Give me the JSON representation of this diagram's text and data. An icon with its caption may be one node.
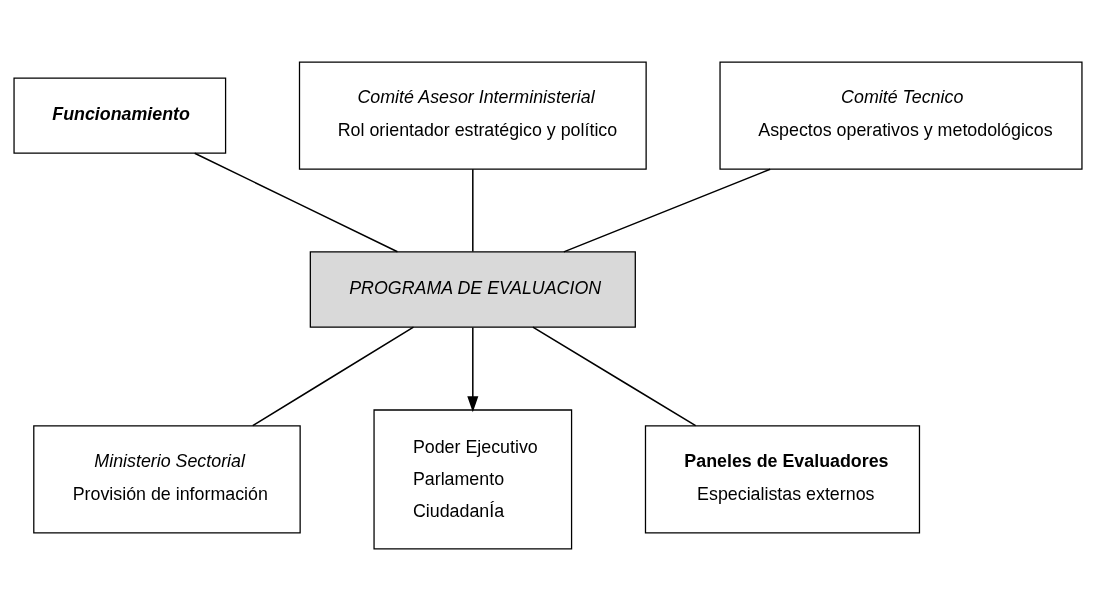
{
  "diagram": {
    "nodes": [
      {
        "text": [
          "Funcionamiento"
        ]
      },
      {
        "text": [
          "Comité Asesor Interministerial",
          "Rol orientador estratégico y político"
        ]
      },
      {
        "text": [
          "Comité Tecnico",
          "Aspectos operativos y metodológicos"
        ]
      },
      {
        "text": [
          "PROGRAMA DE EVALUACION"
        ]
      },
      {
        "text": [
          "Paneles de Evaluadores",
          "Especialistas externos"
        ]
      },
      {
        "text": [
          "Ministerio Sectorial",
          "Provisión de información"
        ]
      },
      {
        "text": [
          "Poder Ejecutivo",
          "Parlamento",
          "CiudadanÍa"
        ]
      }
    ],
    "edges": [
      {
        "from": 3,
        "to": 0,
        "arrow": "none"
      },
      {
        "from": 1,
        "to": 3,
        "arrow": "none"
      },
      {
        "from": 3,
        "to": 2,
        "arrow": "none"
      },
      {
        "from": 4,
        "to": 3,
        "arrow": "none"
      },
      {
        "from": 3,
        "to": 5,
        "arrow": "none"
      },
      {
        "from": 3,
        "to": 6,
        "arrow": "to"
      }
    ]
  }
}
